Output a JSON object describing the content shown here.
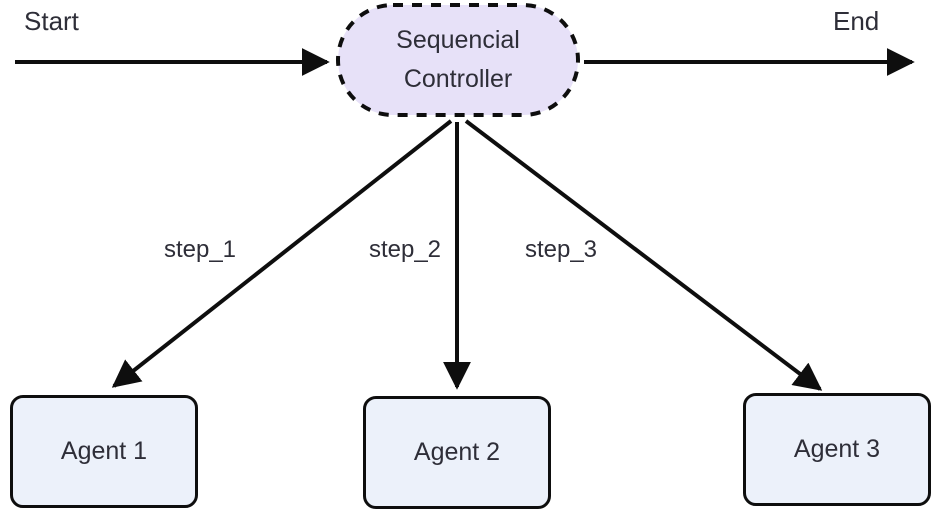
{
  "diagram": {
    "type": "flowchart",
    "labels": {
      "start": "Start",
      "end": "End"
    },
    "controller": {
      "line1": "Sequencial",
      "line2": "Controller"
    },
    "edge_labels": [
      "step_1",
      "step_2",
      "step_3"
    ],
    "agents": [
      "Agent 1",
      "Agent 2",
      "Agent 3"
    ],
    "edges": [
      {
        "from": "Start",
        "to": "Sequencial Controller",
        "label": ""
      },
      {
        "from": "Sequencial Controller",
        "to": "End",
        "label": ""
      },
      {
        "from": "Sequencial Controller",
        "to": "Agent 1",
        "label": "step_1"
      },
      {
        "from": "Sequencial Controller",
        "to": "Agent 2",
        "label": "step_2"
      },
      {
        "from": "Sequencial Controller",
        "to": "Agent 3",
        "label": "step_3"
      }
    ],
    "colors": {
      "controller_fill": "#e7e1f8",
      "agent_fill": "#ecf1fa",
      "node_border": "#0e0e0e",
      "edge": "#0e0e0e",
      "text": "#2e2e38"
    }
  }
}
